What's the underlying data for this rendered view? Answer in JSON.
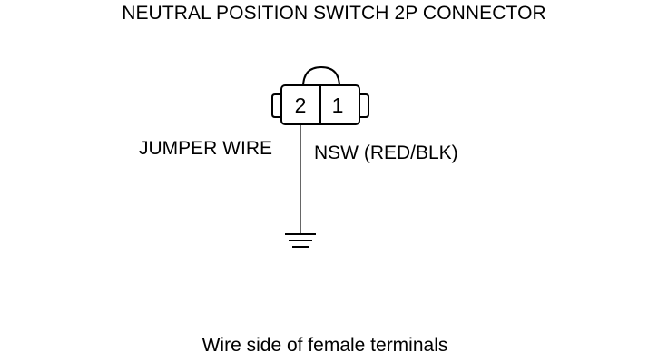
{
  "title": "NEUTRAL POSITION SWITCH 2P CONNECTOR",
  "connector": {
    "pins": [
      "2",
      "1"
    ]
  },
  "wires": {
    "jumper_label": "JUMPER WIRE",
    "nsw_label": "NSW (RED/BLK)"
  },
  "caption": "Wire side of female terminals",
  "symbols": {
    "ground": "ground-icon"
  }
}
